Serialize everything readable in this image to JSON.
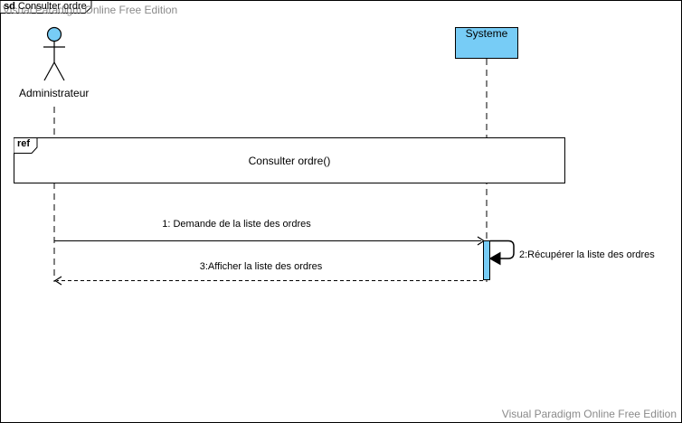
{
  "frame": {
    "tag": "sd",
    "name": "Consulter ordre"
  },
  "watermark": {
    "top": "Visual Paradigm Online Free Edition",
    "bottom": "Visual Paradigm Online Free Edition"
  },
  "lifelines": [
    {
      "name": "Administrateur",
      "kind": "actor"
    },
    {
      "name": "Systeme",
      "kind": "object"
    }
  ],
  "ref": {
    "keyword": "ref",
    "text": "Consulter ordre()"
  },
  "messages": [
    {
      "label": "1: Demande de la liste des ordres",
      "kind": "sync"
    },
    {
      "label": "2:Récupérer la liste des ordres",
      "kind": "self"
    },
    {
      "label": "3:Afficher la liste des ordres",
      "kind": "return"
    }
  ],
  "colors": {
    "fill": "#77CCF6",
    "line": "#000000",
    "watermark": "#8A8A8A"
  }
}
